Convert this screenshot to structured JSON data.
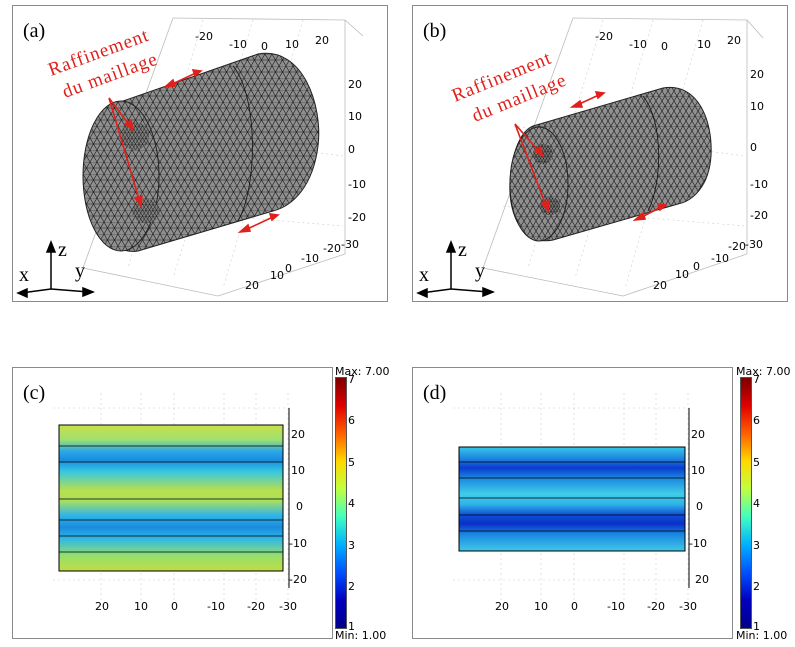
{
  "panels": [
    {
      "id": "a",
      "label": "(a)"
    },
    {
      "id": "b",
      "label": "(b)"
    },
    {
      "id": "c",
      "label": "(c)"
    },
    {
      "id": "d",
      "label": "(d)"
    }
  ],
  "annotation": {
    "line1": "Raffinement",
    "line2": "du maillage"
  },
  "axes3d": {
    "x": "x",
    "y": "y",
    "z": "z"
  },
  "ticks3d": {
    "top": [
      "-20",
      "-10",
      "0",
      "10",
      "20"
    ],
    "right": [
      "20",
      "10",
      "0",
      "-10",
      "-20",
      "-30"
    ],
    "bottom": [
      "20",
      "10",
      "0",
      "-10",
      "-20"
    ]
  },
  "maps": {
    "x_ticks": [
      "20",
      "10",
      "0",
      "-10",
      "-20",
      "-30"
    ],
    "y_ticks_c": [
      "20",
      "10",
      "0",
      "-10",
      "-20"
    ],
    "y_ticks_d": [
      "20",
      "10",
      "0",
      "-10",
      "20"
    ]
  },
  "colorbar": {
    "max_label": "Max: 7.00",
    "min_label": "Min: 1.00",
    "ticks": [
      "7",
      "6",
      "5",
      "4",
      "3",
      "2",
      "1"
    ]
  },
  "colors": {
    "accent": "#e0201b",
    "mesh": "#8f8f8f"
  }
}
